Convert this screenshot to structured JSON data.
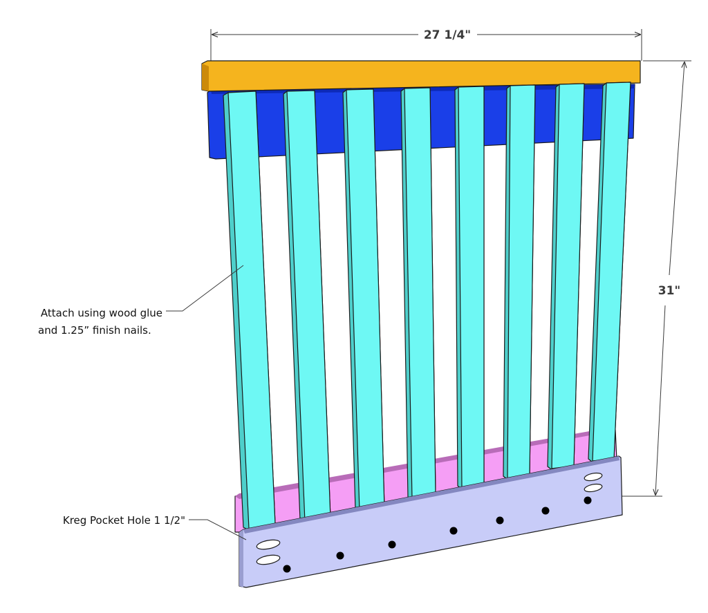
{
  "dimensions": {
    "width_label": "27 1/4\"",
    "height_label": "31\""
  },
  "annotations": {
    "glue_note_line1": "Attach using wood glue",
    "glue_note_line2": "and 1.25” finish nails.",
    "pocket_hole_note": "Kreg Pocket Hole 1 1/2\""
  },
  "colors": {
    "top_rail": "#f5b41e",
    "back_rail": "#1a3fe8",
    "slats": "#6ef8f4",
    "pink_rail": "#f59ef5",
    "bottom_rail": "#c8ccf8"
  },
  "counts": {
    "slats": 8,
    "screw_holes": 7,
    "pocket_holes_per_end": 2
  }
}
